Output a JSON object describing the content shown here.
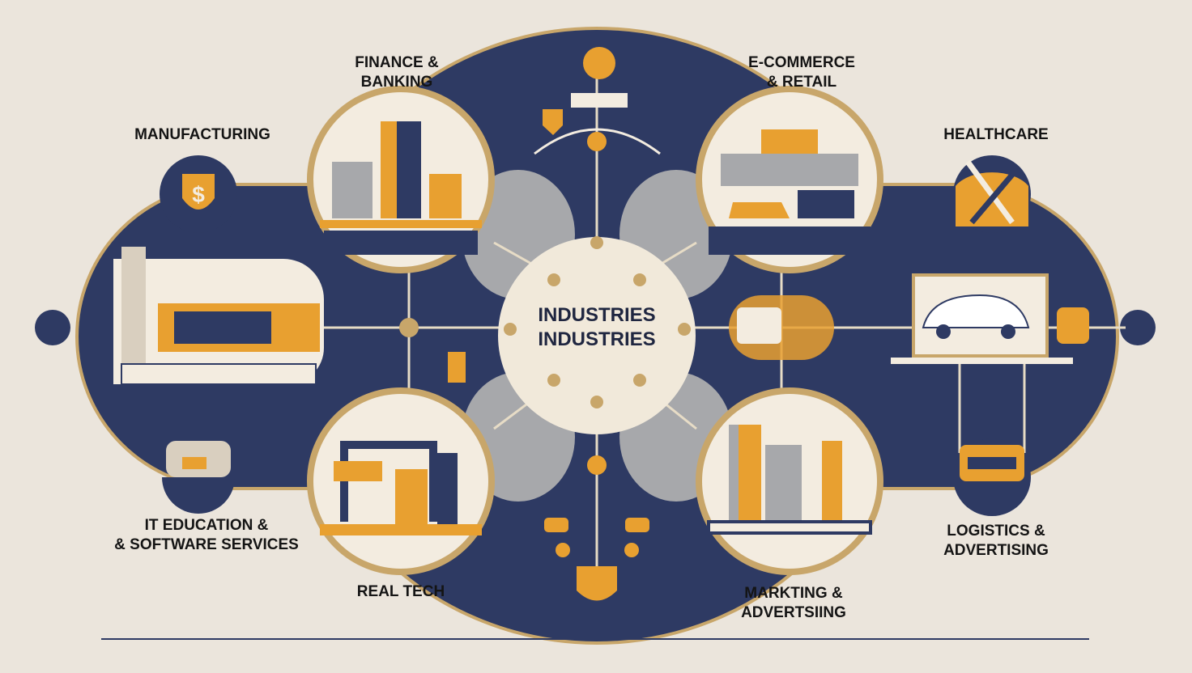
{
  "title": "INDUSTRIES",
  "center": {
    "line1": "INDUSTRIES",
    "line2": "INDUSTRIES"
  },
  "labels": {
    "finance": "FINANCE &\nBANKING",
    "ecommerce": "E-COMMERCE\n& RETAIL",
    "manufacturing": "MANUFACTURING",
    "healthcare": "HEALTHCARE",
    "it_education": "IT EDUCATION &\n& SOFTWARE SERVICES",
    "real_tech": "REAL TECH",
    "marketing": "MARKTING &\nADVERTSIING",
    "logistics": "LOGISTICS &\nADVERTISING"
  },
  "colors": {
    "background": "#ebe5dc",
    "navy": "#2e3a63",
    "gold": "#c8a66a",
    "orange": "#e8a030",
    "cream": "#f3ece0",
    "gray": "#a7a8ab"
  }
}
